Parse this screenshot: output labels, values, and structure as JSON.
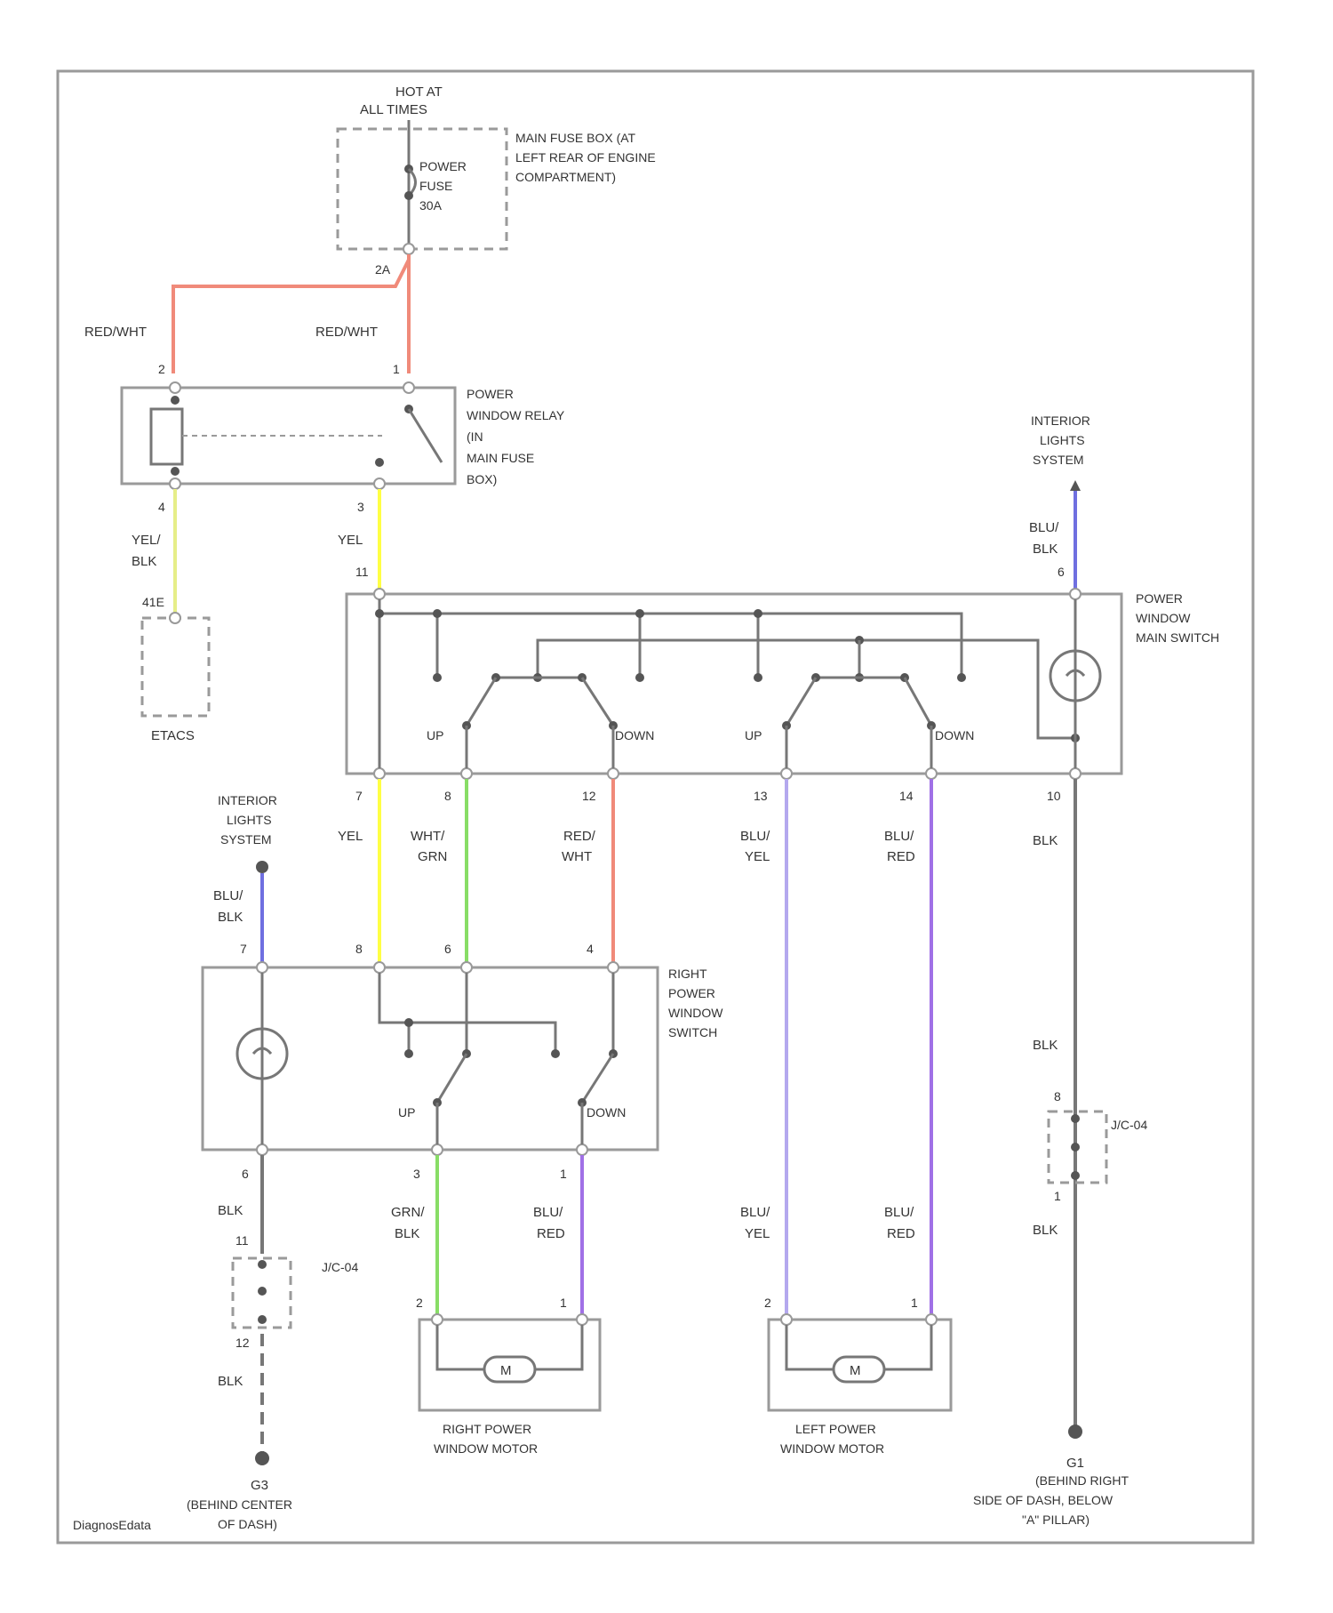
{
  "hot_at_all_times": [
    "HOT AT",
    "ALL TIMES"
  ],
  "main_fuse_box": {
    "lines": [
      "MAIN FUSE BOX (AT",
      "LEFT REAR OF ENGINE",
      "COMPARTMENT)"
    ]
  },
  "fuse": {
    "lines": [
      "POWER",
      "FUSE",
      "30A"
    ],
    "pin": "2A"
  },
  "wire_red_white_left": "RED/WHT",
  "wire_red_white_right": "RED/WHT",
  "relay": {
    "label": [
      "POWER",
      "WINDOW RELAY",
      "(IN",
      "MAIN FUSE",
      "BOX)"
    ],
    "pins": {
      "coil_top": "2",
      "switch_top": "1",
      "coil_bottom": "4",
      "switch_bottom": "3"
    }
  },
  "etacs": {
    "label": "ETACS",
    "pin": "41E",
    "wire": [
      "YEL/",
      "BLK"
    ]
  },
  "relay_out_wire": "YEL",
  "interior_lights_right": [
    "INTERIOR",
    "LIGHTS",
    "SYSTEM"
  ],
  "interior_lights_left": [
    "INTERIOR",
    "LIGHTS",
    "SYSTEM"
  ],
  "main_switch": {
    "label": [
      "POWER",
      "WINDOW",
      "MAIN SWITCH"
    ],
    "pins": {
      "in": "11",
      "illum": "6",
      "p7": "7",
      "p8": "8",
      "p12": "12",
      "p13": "13",
      "p14": "14",
      "p10": "10"
    },
    "up1": "UP",
    "down1": "DOWN",
    "up2": "UP",
    "down2": "DOWN"
  },
  "wires_main_to_right": [
    {
      "label": "YEL",
      "color": "#ffff44"
    },
    {
      "label": "WHT/GRN",
      "color": "#88dd66"
    },
    {
      "label": "RED/WHT",
      "color": "#f08a7a"
    }
  ],
  "wire_blu_yel": "BLU/YEL",
  "wire_blu_red": "BLU/RED",
  "wire_blu_blk_right": "BLU/BLK",
  "wire_blu_blk_left": "BLU/BLK",
  "wire_blk": "BLK",
  "right_switch": {
    "label": [
      "RIGHT",
      "POWER",
      "WINDOW",
      "SWITCH"
    ],
    "pins": {
      "illum": "7",
      "p8": "8",
      "p6": "6",
      "p4": "4",
      "gnd": "6",
      "up": "3",
      "down": "1"
    },
    "up": "UP",
    "down": "DOWN"
  },
  "right_motor": {
    "label": [
      "RIGHT POWER",
      "WINDOW MOTOR"
    ],
    "pin_left": "2",
    "pin_right": "1",
    "symbol": "M",
    "wire_left": [
      "GRN/",
      "BLK"
    ],
    "wire_right": [
      "BLU/",
      "RED"
    ]
  },
  "left_motor": {
    "label": [
      "LEFT POWER",
      "WINDOW MOTOR"
    ],
    "pin_left": "2",
    "pin_right": "1",
    "symbol": "M",
    "wire_left": [
      "BLU/",
      "YEL"
    ],
    "wire_right": [
      "BLU/",
      "RED"
    ]
  },
  "jc_left": {
    "label": "J/C-04",
    "pin_top": "11",
    "pin_bottom": "12"
  },
  "jc_right": {
    "label": "J/C-04",
    "pin_top": "8",
    "pin_bottom": "1"
  },
  "ground_left": {
    "id": "G3",
    "lines": [
      "(BEHIND CENTER",
      "OF DASH)"
    ]
  },
  "ground_right": {
    "id": "G1",
    "lines": [
      "(BEHIND RIGHT",
      "SIDE OF DASH, BELOW",
      "\"A\" PILLAR)"
    ]
  },
  "watermark": "DiagnosEdata",
  "colors": {
    "red_white": "#f08a7a",
    "yellow": "#ffff44",
    "yel_blk": "#e6ee88",
    "blue_black": "#6f6fe0",
    "green": "#88dd66",
    "blu_yel": "#b4a8ee",
    "blu_red": "#a070e6",
    "black": "#666666"
  }
}
